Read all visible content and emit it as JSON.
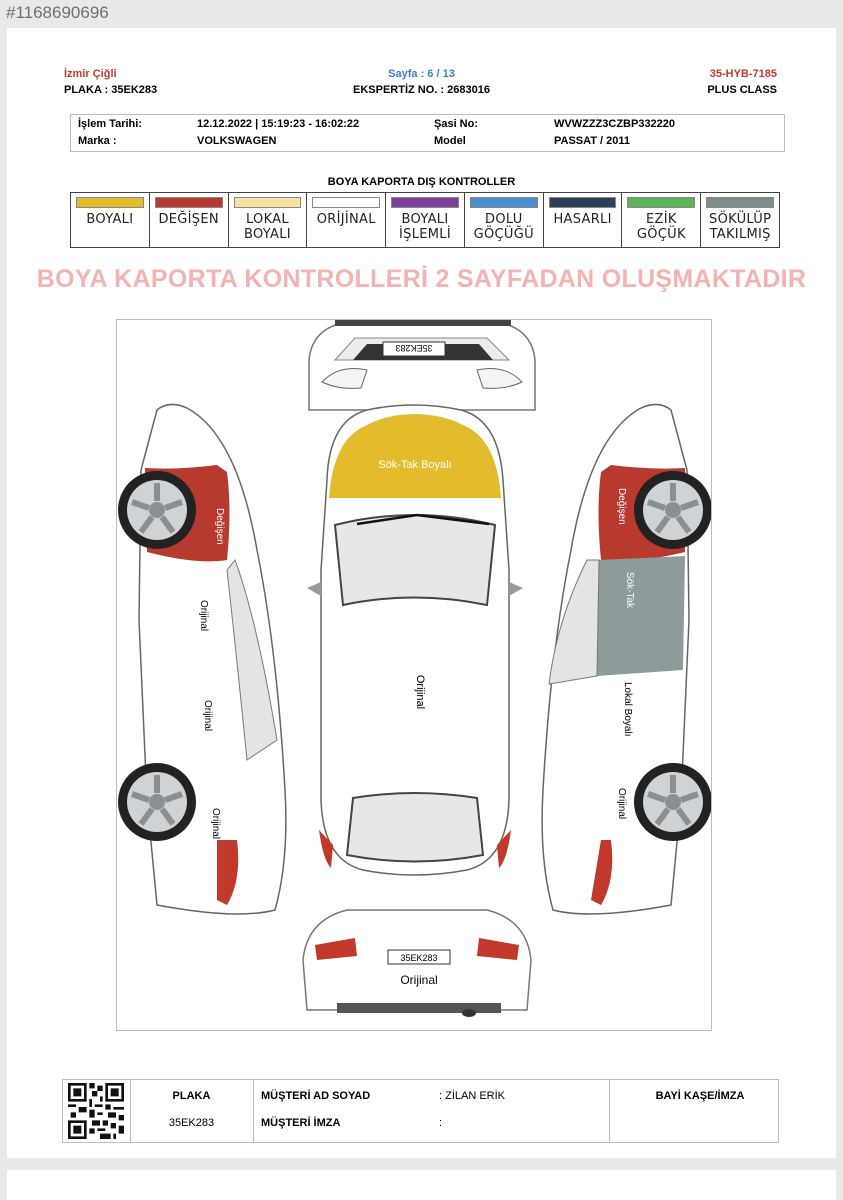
{
  "listing_id": "#1168690696",
  "header": {
    "city": "İzmir Çiğli",
    "plate_line": "PLAKA : 35EK283",
    "page": "Sayfa : 6 / 13",
    "expertise_no": "EKSPERTİZ NO. : 2683016",
    "code": "35-HYB-7185",
    "package": "PLUS CLASS"
  },
  "info": {
    "date_label": "İşlem Tarihi:",
    "date_value": "12.12.2022 | 15:19:23 - 16:02:22",
    "chassis_label": "Şasi No:",
    "chassis_value": "WVWZZZ3CZBP332220",
    "brand_label": "Marka :",
    "brand_value": "VOLKSWAGEN",
    "model_label": "Model",
    "model_value": "PASSAT / 2011"
  },
  "legend": {
    "title": "BOYA KAPORTA DIŞ KONTROLLER",
    "items": [
      {
        "line1": "BOYALI",
        "line2": "",
        "color": "#e2bc2c"
      },
      {
        "line1": "DEĞİŞEN",
        "line2": "",
        "color": "#b83a2e"
      },
      {
        "line1": "LOKAL",
        "line2": "BOYALI",
        "color": "#f6e3a1"
      },
      {
        "line1": "ORİJİNAL",
        "line2": "",
        "color": "#ffffff"
      },
      {
        "line1": "BOYALI",
        "line2": "İŞLEMLİ",
        "color": "#7d3f9c"
      },
      {
        "line1": "DOLU",
        "line2": "GÖÇÜĞÜ",
        "color": "#4a8fd0"
      },
      {
        "line1": "HASARLI",
        "line2": "",
        "color": "#2c3e5a"
      },
      {
        "line1": "EZİK",
        "line2": "GÖÇÜK",
        "color": "#5bb35a"
      },
      {
        "line1": "SÖKÜLÜP",
        "line2": "TAKILMIŞ",
        "color": "#7f8c8d"
      }
    ]
  },
  "banner": "BOYA KAPORTA KONTROLLERİ 2 SAYFADAN OLUŞMAKTADIR",
  "diagram": {
    "front_plate": "35EK283",
    "rear_plate": "35EK283",
    "hood_label": "Sök-Tak Boyalı",
    "roof_label": "Orijinal",
    "rear_label": "Orijinal",
    "left_side": {
      "front_fender": "Değişen",
      "front_door": "Orijinal",
      "rear_door": "Orijinal",
      "rear_fender": "Orijinal"
    },
    "right_side": {
      "front_fender": "Değişen",
      "front_door": "Sök-Tak",
      "rear_door": "Lokal Boyalı",
      "rear_fender": "Orijinal"
    },
    "colors": {
      "hood": "#e2bc2c",
      "fender": "#b83a2e",
      "door": "#8e9b9b"
    }
  },
  "footer": {
    "plate_label": "PLAKA",
    "plate_value": "35EK283",
    "customer_label": "MÜŞTERİ AD SOYAD",
    "customer_value": ": ZİLAN ERİK",
    "signature_label": "MÜŞTERİ İMZA",
    "signature_value": ":",
    "dealer_label": "BAYİ KAŞE/İMZA"
  }
}
